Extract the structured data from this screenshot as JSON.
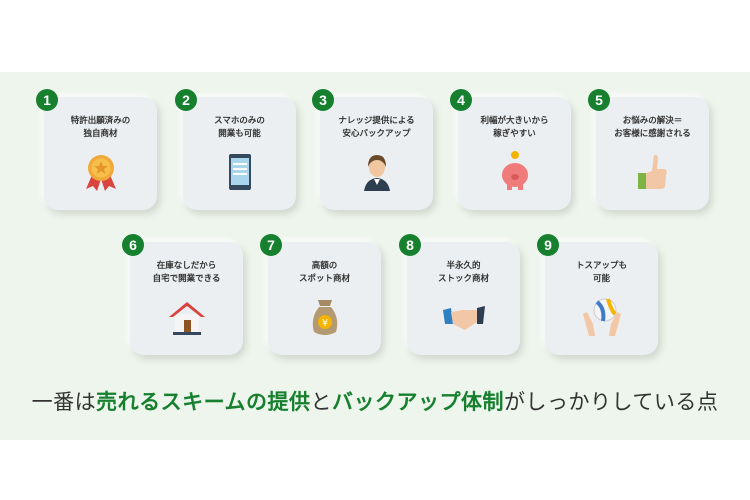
{
  "items": [
    {
      "num": "1",
      "line1": "特許出願済みの",
      "line2": "独自商材",
      "icon": "medal-icon"
    },
    {
      "num": "2",
      "line1": "スマホのみの",
      "line2": "開業も可能",
      "icon": "smartphone-icon"
    },
    {
      "num": "3",
      "line1": "ナレッジ提供による",
      "line2": "安心バックアップ",
      "icon": "operator-icon"
    },
    {
      "num": "4",
      "line1": "利幅が大きいから",
      "line2": "稼ぎやすい",
      "icon": "piggy-bank-icon"
    },
    {
      "num": "5",
      "line1": "お悩みの解決＝",
      "line2": "お客様に感謝される",
      "icon": "thumbs-up-icon"
    },
    {
      "num": "6",
      "line1": "在庫なしだから",
      "line2": "自宅で開業できる",
      "icon": "house-icon"
    },
    {
      "num": "7",
      "line1": "高額の",
      "line2": "スポット商材",
      "icon": "money-bag-icon"
    },
    {
      "num": "8",
      "line1": "半永久的",
      "line2": "ストック商材",
      "icon": "handshake-icon"
    },
    {
      "num": "9",
      "line1": "トスアップも",
      "line2": "可能",
      "icon": "volleyball-icon"
    }
  ],
  "footer": {
    "p1": "一番は",
    "p2": "売れるスキームの提供",
    "p3": "と",
    "p4": "バックアップ体制",
    "p5": "がしっかりしている点"
  },
  "colors": {
    "accent": "#16802f",
    "background": "#eef5ec"
  }
}
